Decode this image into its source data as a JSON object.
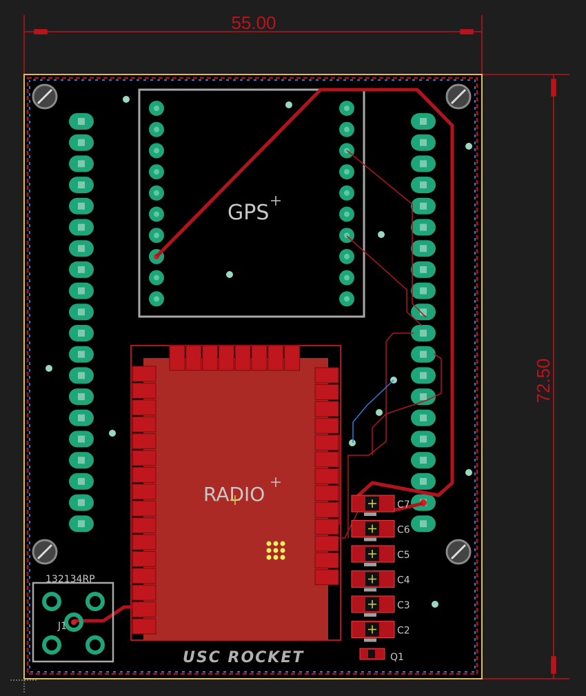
{
  "dimensions": {
    "width": "55.00",
    "height": "72.50"
  },
  "labels": {
    "gps": "GPS",
    "radio": "RADIO",
    "connector_part": "132134RP",
    "connector_ref": "J1",
    "logo": "USC ROCKET"
  },
  "capacitors": [
    "C7",
    "C6",
    "C5",
    "C4",
    "C3",
    "C2"
  ],
  "extra_part": "Q1",
  "colors": {
    "background": "#000000",
    "outline": "#e0c04a",
    "copper": "#b3141c",
    "pad_green": "#1fa57a",
    "silkscreen": "#c8c8c8",
    "dimension": "#b8141a",
    "keepout": "#2a7fd4"
  }
}
